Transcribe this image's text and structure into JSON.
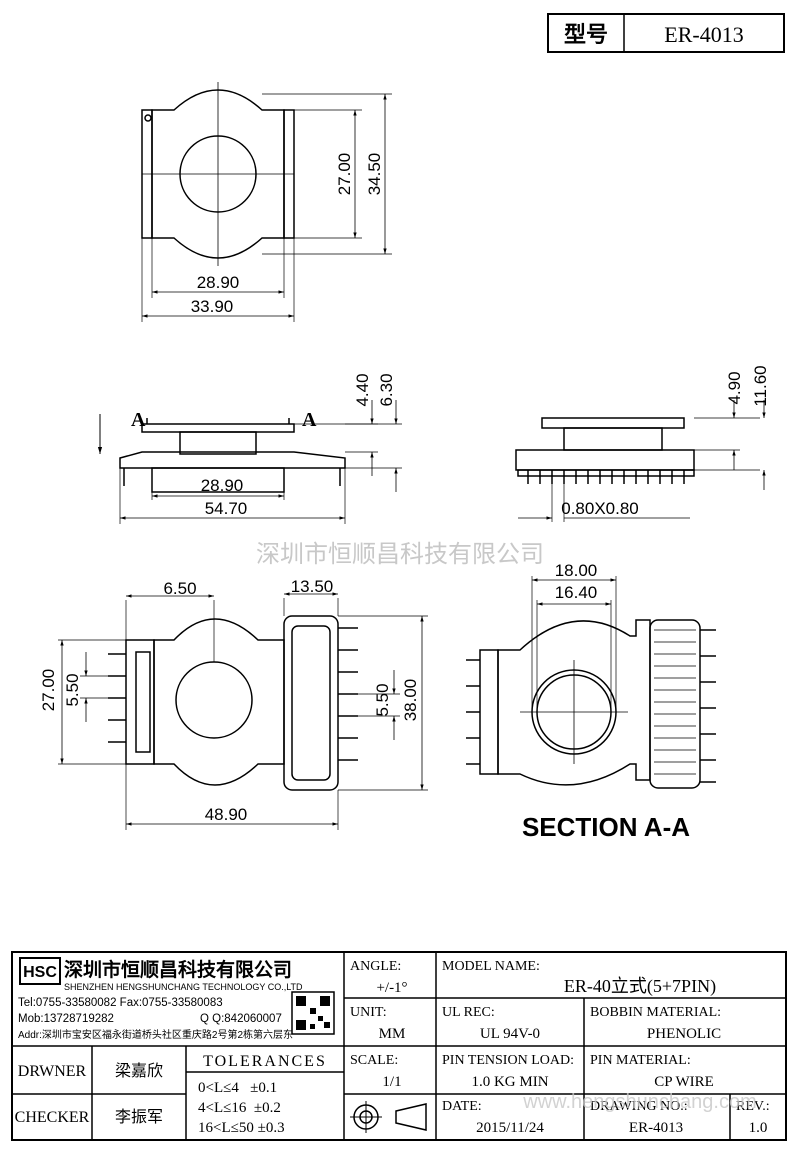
{
  "header": {
    "label": "型号",
    "model": "ER-4013"
  },
  "watermark": "深圳市恒顺昌科技有限公司",
  "dimensions": {
    "top_height_a": "27.00",
    "top_dia_b": "34.50",
    "top_width_c": "28.90",
    "top_width_d": "33.90",
    "side_height_e": "4.40",
    "side_height_f": "6.30",
    "side_inner_g": "28.90",
    "side_total_h": "54.70",
    "end_height_i": "4.90",
    "end_height_j": "11.60",
    "pin_size_k": "0.80X0.80",
    "bottom_offset_l": "6.50",
    "bottom_pitch_m": "13.50",
    "bottom_dia_n": "27.00",
    "bottom_pitch_o": "5.50",
    "bottom_pitch_p": "5.50",
    "bottom_height_q": "38.00",
    "bottom_width_r": "48.90",
    "section_dia_s": "18.00",
    "section_dia_t": "16.40"
  },
  "labels": {
    "section_a_left": "A",
    "section_a_right": "A",
    "section_title": "SECTION A-A"
  },
  "company": {
    "logo": "HSC",
    "name_cn": "深圳市恒顺昌科技有限公司",
    "name_en": "SHENZHEN HENGSHUNCHANG TECHNOLOGY CO.,LTD",
    "tel_fax": "Tel:0755-33580082 Fax:0755-33580083",
    "mob": "Mob:13728719282",
    "qq": "Q  Q:842060007",
    "addr": "Addr:深圳市宝安区福永街道桥头社区重庆路2号第2栋第六层东"
  },
  "title_block": {
    "drwner_label": "DRWNER",
    "drwner_value": "梁嘉欣",
    "checker_label": "CHECKER",
    "checker_value": "李振军",
    "tolerances_label": "TOLERANCES",
    "tol_rows": [
      "0<L≤4   ±0.1",
      "4<L≤16  ±0.2",
      "16<L≤50 ±0.3"
    ],
    "angle_label": "ANGLE:",
    "angle_value": "+/-1°",
    "unit_label": "UNIT:",
    "unit_value": "MM",
    "scale_label": "SCALE:",
    "scale_value": "1/1",
    "model_name_label": "MODEL NAME:",
    "model_name_value": "ER-40立式(5+7PIN)",
    "ul_rec_label": "UL REC:",
    "ul_rec_value": "UL 94V-0",
    "bobbin_material_label": "BOBBIN MATERIAL:",
    "bobbin_material_value": "PHENOLIC",
    "pin_tension_label": "PIN TENSION LOAD:",
    "pin_tension_value": "1.0 KG MIN",
    "pin_material_label": "PIN MATERIAL:",
    "pin_material_value": "CP WIRE",
    "date_label": "DATE:",
    "date_value": "2015/11/24",
    "drawing_no_label": "DRAWING NO.:",
    "drawing_no_value": "ER-4013",
    "rev_label": "REV.:",
    "rev_value": "1.0",
    "watermark_url": "www.hengshunchang.com"
  }
}
